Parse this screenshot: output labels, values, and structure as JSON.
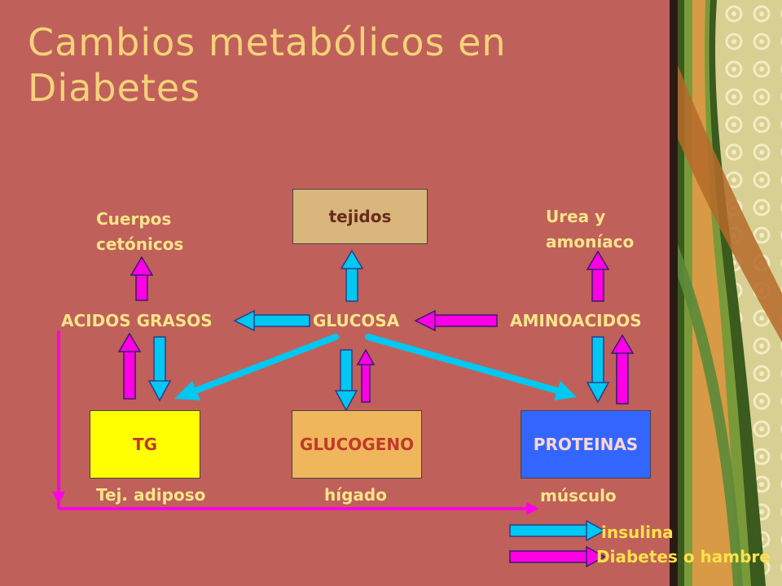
{
  "title": "Cambios metabólicos en Diabetes",
  "nodes": {
    "tejidos": "tejidos",
    "cuerpos": "Cuerpos cetónicos",
    "urea": "Urea y amoníaco",
    "acidos": "ACIDOS GRASOS",
    "glucosa": "GLUCOSA",
    "aminoacidos": "AMINOACIDOS",
    "tg": "TG",
    "glucogeno": "GLUCOGENO",
    "proteinas": "PROTEINAS"
  },
  "tissues": {
    "adiposo": "Tej. adiposo",
    "higado": "hígado",
    "musculo": "músculo"
  },
  "legend": {
    "insulina": "insulina",
    "diabetes": "Diabetes o hambre"
  },
  "colors": {
    "background": "#c0605a",
    "title": "#f4d27a",
    "labels": "#f6e48a",
    "insulin_arrow": "#00c8f0",
    "diabetes_arrow": "#ff00e6",
    "tejidos_box": "#d8b67c",
    "tg_box": "#ffff00",
    "glucogeno_box": "#f0b65c",
    "proteinas_box": "#3366ff"
  }
}
